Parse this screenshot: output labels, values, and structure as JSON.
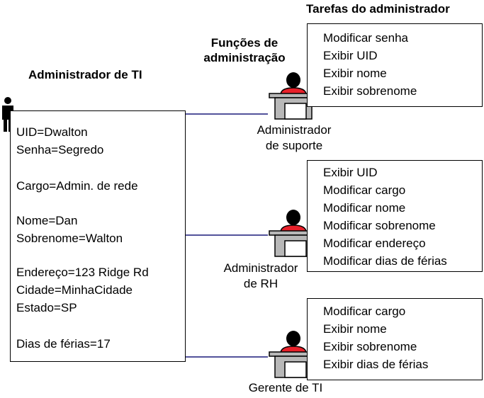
{
  "headers": {
    "tasks": "Tarefas do administrador",
    "roles_line1": "Funções de",
    "roles_line2": "administração",
    "it_admin": "Administrador de TI"
  },
  "profile": {
    "uid": "UID=Dwalton",
    "password": "Senha=Segredo",
    "title": "Cargo=Admin. de rede",
    "first_name": "Nome=Dan",
    "last_name": "Sobrenome=Walton",
    "address": "Endereço=123 Ridge Rd",
    "city": "Cidade=MinhaCidade",
    "state": "Estado=SP",
    "vacation": "Dias de férias=17"
  },
  "roles": [
    {
      "label_line1": "Administrador",
      "label_line2": "de suporte",
      "tasks": [
        "Modificar senha",
        "Exibir UID",
        "Exibir nome",
        "Exibir sobrenome"
      ]
    },
    {
      "label_line1": "Administrador",
      "label_line2": "de RH",
      "tasks": [
        "Exibir UID",
        "Modificar cargo",
        "Modificar nome",
        "Modificar sobrenome",
        "Modificar endereço",
        "Modificar dias de férias"
      ]
    },
    {
      "label_line1": "Gerente de TI",
      "label_line2": "",
      "tasks": [
        "Modificar cargo",
        "Exibir nome",
        "Exibir sobrenome",
        "Exibir dias de férias"
      ]
    }
  ],
  "colors": {
    "connector": "#1a1a7a",
    "person_shirt": "#e8202a",
    "desk": "#b8b8b8"
  }
}
